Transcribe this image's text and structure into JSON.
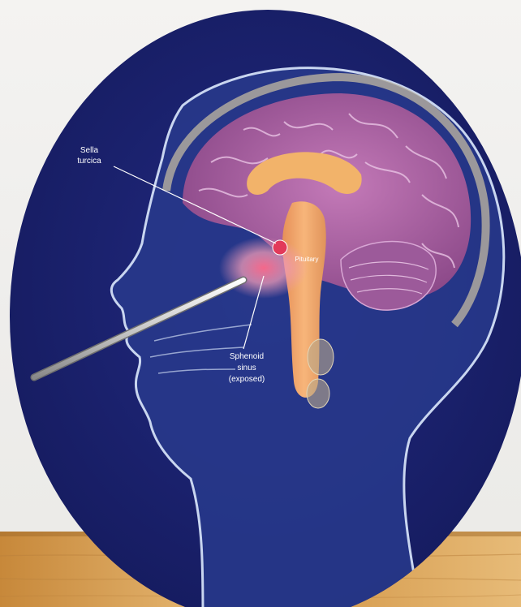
{
  "labels": {
    "sella_line1": "Sella",
    "sella_line2": "turcica",
    "sphenoid_line1": "Sphenoid",
    "sphenoid_line2": "sinus",
    "sphenoid_line3": "(exposed)",
    "pituitary": "Pituitary"
  },
  "colors": {
    "circle_background": "#1a2170",
    "brain": "#a65a9e",
    "corpus_callosum": "#f2b36a",
    "brainstem": "#f0a56a",
    "cerebellum": "#9c5a9a",
    "skin_outline": "#c9d6f0",
    "skull": "#b9b1a0",
    "sinus_highlight": "#e8a0b8",
    "floor_wood": "#d9a458",
    "wall": "#f1f0ee"
  },
  "icons": {
    "endoscope": "endoscope-rod-icon"
  }
}
